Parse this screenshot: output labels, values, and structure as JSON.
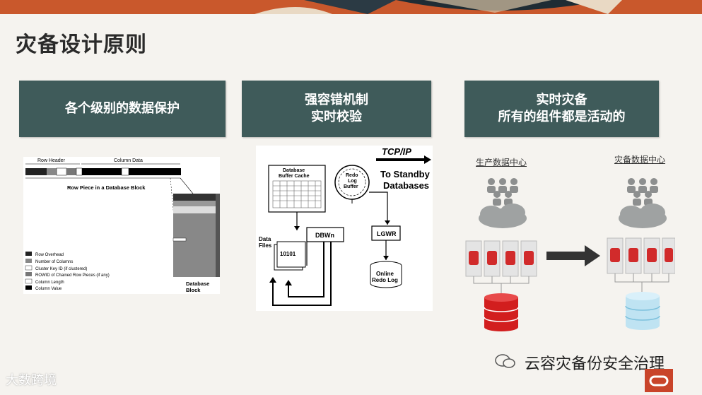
{
  "title": "灾备设计原则",
  "panels": [
    {
      "line1": "各个级别的数据保护",
      "line2": ""
    },
    {
      "line1": "强容错机制",
      "line2": "实时校验"
    },
    {
      "line1": "实时灾备",
      "line2": "所有的组件都是活动的"
    }
  ],
  "diagram1": {
    "row_header": "Row Header",
    "column_data": "Column Data",
    "row_piece": "Row Piece in a Database Block",
    "db_block": "Database",
    "db_block2": "Block",
    "legend": [
      "Row Overhead",
      "Number of Columns",
      "Cluster Key ID (if clustered)",
      "ROWID of Chained Row Pieces (if any)",
      "Column Length",
      "Column Value"
    ]
  },
  "diagram2": {
    "tcpip": "TCP/IP",
    "to_standby": "To Standby",
    "databases": "Databases",
    "cache1": "Database",
    "cache2": "Buffer Cache",
    "redo1": "Redo",
    "redo2": "Log",
    "redo3": "Buffer",
    "dbwn": "DBWn",
    "lgwr": "LGWR",
    "data": "Data",
    "files": "Files",
    "bits": "10101",
    "online1": "Online",
    "online2": "Redo Log"
  },
  "diagram3": {
    "prod_label": "生产数据中心",
    "dr_label": "灾备数据中心"
  },
  "watermarks": {
    "left": "大数跨境",
    "right": "云容灾备份安全治理"
  }
}
